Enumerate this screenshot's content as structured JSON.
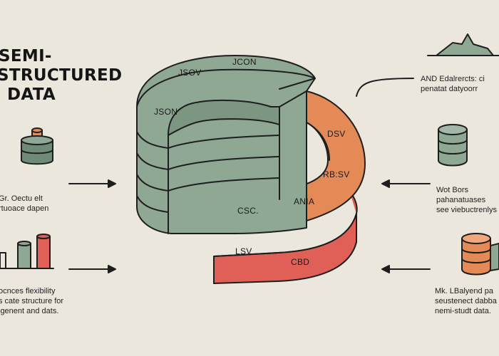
{
  "title": {
    "line1": "SEMI-",
    "line2": "STRUCTURED",
    "line3": "DATA"
  },
  "stack_labels": {
    "green_top_1": "JSOV",
    "green_top_2": "JCON",
    "green_side": "JSON",
    "orange_1": "DSV",
    "orange_2": "RB:SV",
    "orange_3": "ANIA",
    "orange_4": "CSC.",
    "red_1": "LSV",
    "red_2": "CBD"
  },
  "left_captions": {
    "upper": [
      "Gr. Oectu elt",
      "rtuoace dapen"
    ],
    "lower": [
      "ocnces flexibility",
      "s cate structure for",
      "igenent and dats."
    ]
  },
  "right_captions": {
    "top": [
      "AND Edalrercts: ci",
      "penatat datyoorr"
    ],
    "middle": [
      "Wot Bors",
      "pahanatuases",
      "see viebuctrenlys"
    ],
    "bottom": [
      "Mk. LBalyend pa",
      "seustenect dabba",
      "nemi-studt data."
    ]
  },
  "colors": {
    "background": "#ebe7dc",
    "green": "#8fa894",
    "green_dark": "#6f8a76",
    "orange": "#e48a57",
    "red": "#e05f56",
    "stroke": "#1e1e1e"
  },
  "icons": [
    "database-icon-green",
    "bar-chart-icon",
    "mountain-icon",
    "database-icon-gray",
    "database-icon-orange"
  ]
}
